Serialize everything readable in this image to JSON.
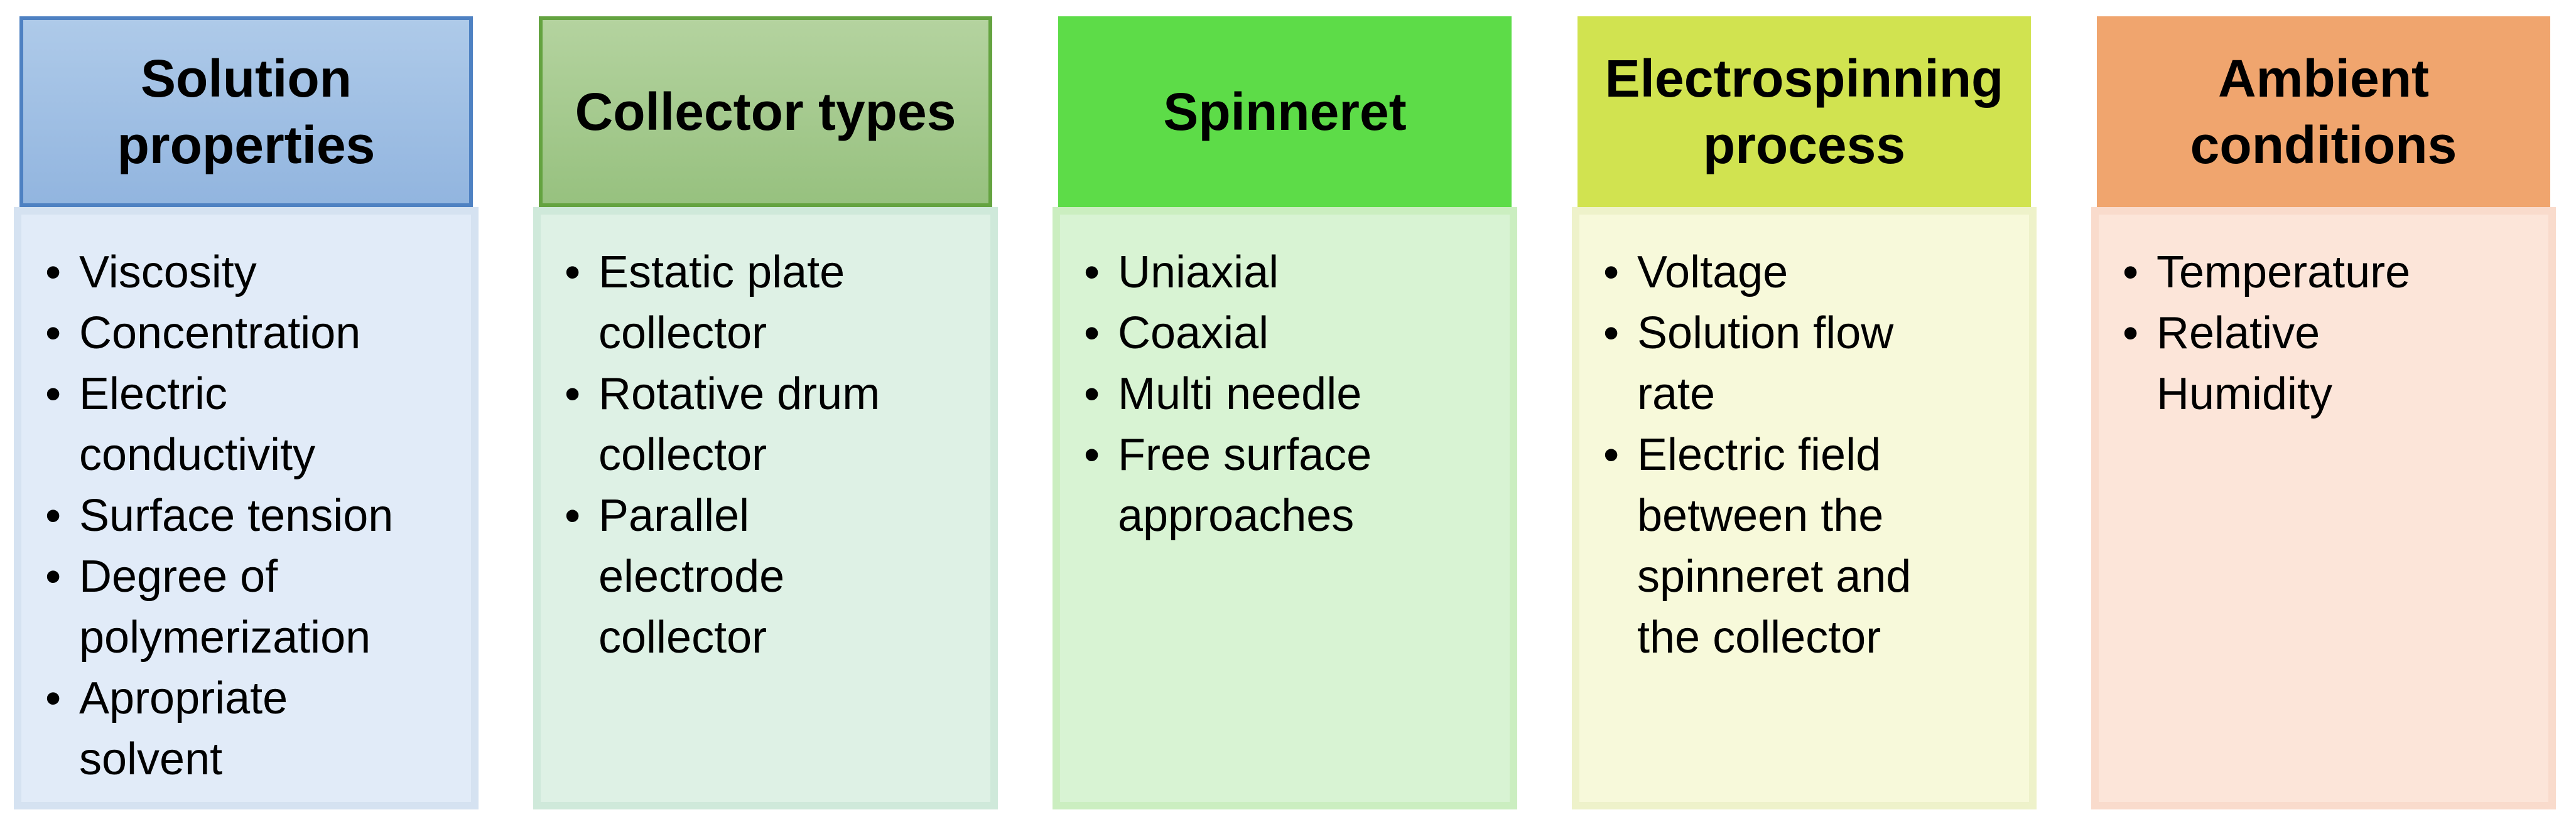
{
  "bullet_glyph": "•",
  "columns": [
    {
      "title": "Solution\nproperties",
      "items": [
        "Viscosity",
        "Concentration",
        "Electric\nconductivity",
        "Surface tension",
        "Degree of\npolymerization",
        "Apropriate\nsolvent"
      ],
      "colors": {
        "header_top": "#aecae9",
        "header_bottom": "#92b5df",
        "header_border": "#4e81c2",
        "body": "#e1ebf8",
        "body_edge": "#d5e2f1"
      }
    },
    {
      "title": "Collector types",
      "items": [
        "Estatic plate\ncollector",
        "Rotative drum\ncollector",
        "Parallel\nelectrode\ncollector"
      ],
      "colors": {
        "header_top": "#b4d39f",
        "header_bottom": "#97c17f",
        "header_border": "#64a340",
        "body": "#def1e5",
        "body_edge": "#cfe9da"
      }
    },
    {
      "title": "Spinneret",
      "items": [
        "Uniaxial",
        "Coaxial",
        "Multi needle",
        "Free surface\napproaches"
      ],
      "colors": {
        "header_top": "#5ddc48",
        "header_bottom": "#5ddc48",
        "header_border": null,
        "body": "#d8f3d3",
        "body_edge": "#cbeec0"
      }
    },
    {
      "title": "Electrospinning\nprocess",
      "items": [
        "Voltage",
        "Solution flow\nrate",
        "Electric field\nbetween the\nspinneret and\nthe collector"
      ],
      "colors": {
        "header_top": "#d1e350",
        "header_bottom": "#d1e350",
        "header_border": null,
        "body": "#f7f9da",
        "body_edge": "#eef2ca"
      }
    },
    {
      "title": "Ambient\nconditions",
      "items": [
        "Temperature",
        "Relative\nHumidity"
      ],
      "colors": {
        "header_top": "#f0a56e",
        "header_bottom": "#f0a56e",
        "header_border": null,
        "body": "#fce5d9",
        "body_edge": "#f9dbcc"
      }
    }
  ]
}
